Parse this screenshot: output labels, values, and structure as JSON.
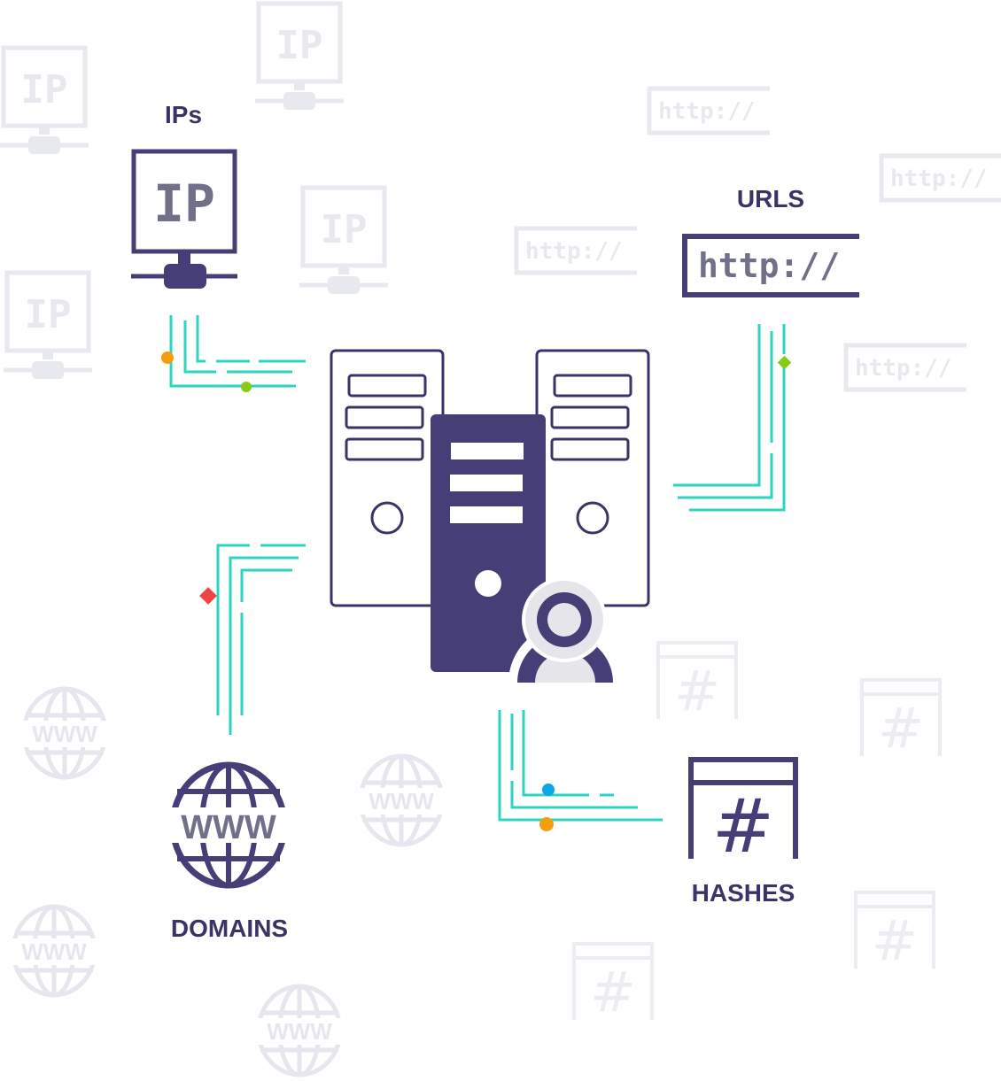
{
  "labels": {
    "ips": "IPs",
    "urls": "URLS",
    "domains": "DOMAINS",
    "hashes": "HASHES"
  },
  "icons": {
    "ip": {
      "text": "IP"
    },
    "url": {
      "text": "http://"
    },
    "www": {
      "text": "WWW"
    },
    "hash": {
      "text": "#"
    }
  },
  "colors": {
    "primary": "#463e77",
    "text_dark": "#3b3366",
    "ghost": "#e8e8ef",
    "ghost_fill": "#f0f0f4",
    "connector": "#2dd4bf",
    "orange": "#f59e0b",
    "green": "#84cc16",
    "red": "#ef4444",
    "blue": "#0ea5e9"
  }
}
